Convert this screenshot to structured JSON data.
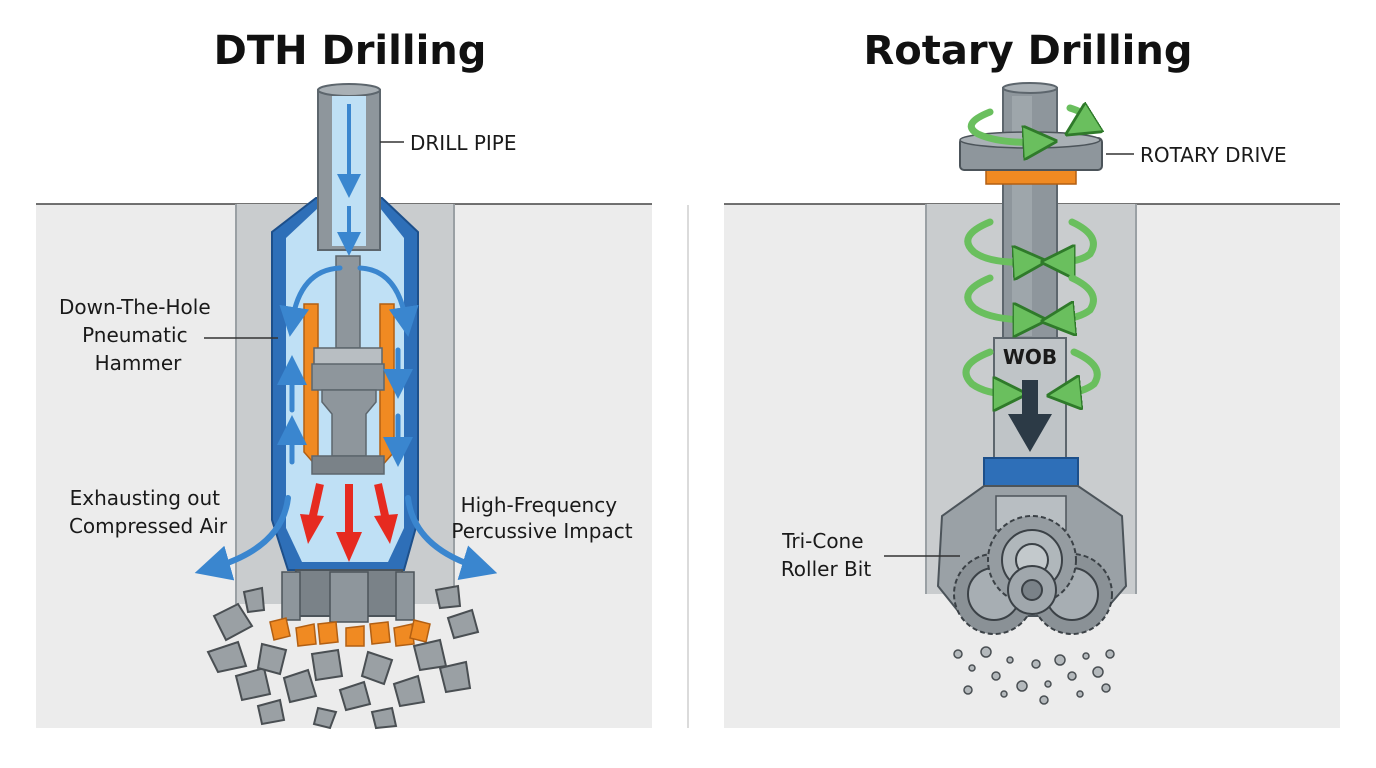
{
  "titles": {
    "left": "DTH Drilling",
    "right": "Rotary Drilling"
  },
  "labels": {
    "drill_pipe": "DRILL PIPE",
    "hammer": [
      "Down-The-Hole",
      "Pneumatic",
      "Hammer"
    ],
    "exhaust": [
      "Exhausting out",
      "Compressed Air"
    ],
    "impact": [
      "High-Frequency",
      "Percussive Impact"
    ],
    "rotary_drive": "ROTARY DRIVE",
    "wob": "WOB",
    "bit": [
      "Tri-Cone",
      "Roller Bit"
    ]
  },
  "colors": {
    "ground": "#ececec",
    "borehole": "#c9ccce",
    "steel": "#8e969c",
    "steel_dark": "#5d666d",
    "air_light": "#bfe0f5",
    "hammer_blue": "#2e6fb8",
    "air_arrow": "#3a86cf",
    "piston_orange": "#f08a22",
    "impact_red": "#e62a20",
    "rotation_green": "#6abf5e",
    "wob_arrow": "#2c3a46"
  }
}
